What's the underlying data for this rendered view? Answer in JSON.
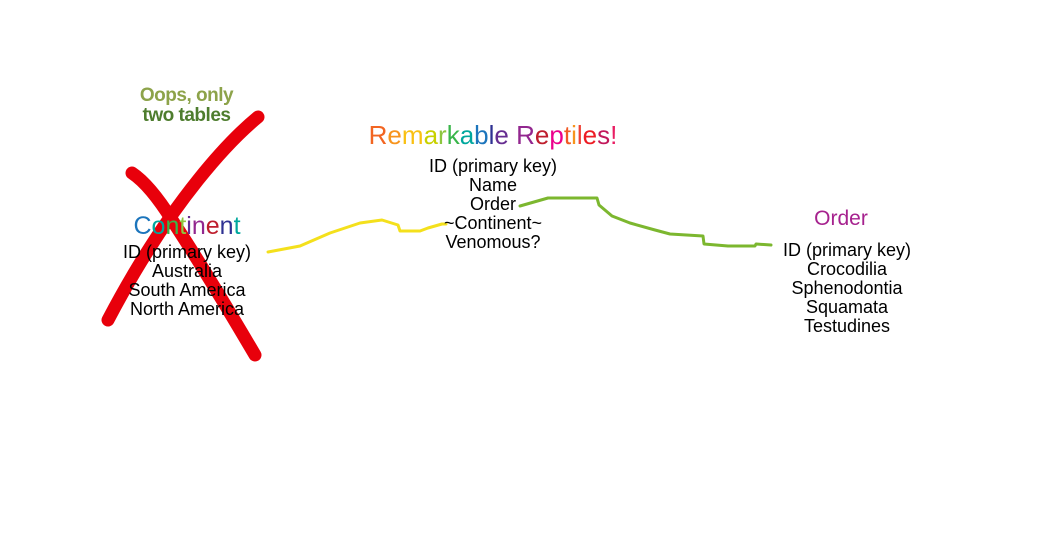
{
  "note": {
    "line1": "Oops, only",
    "line2": "two tables",
    "color1": "#8da34a",
    "color2": "#4e7d2e"
  },
  "tables": {
    "reptiles": {
      "title": "Remarkable Reptiles!",
      "title_colors": [
        "#f26522",
        "#f7941d",
        "#f9c012",
        "#c8d100",
        "#8dc63f",
        "#39b54a",
        "#00a79d",
        "#1c75bc",
        "#2e3192",
        "#662d91",
        "#92278f",
        "#be1e2d",
        "#ec008c",
        "#f15a24",
        "#f7941d",
        "#ef4136",
        "#ed1c24",
        "#c2185b",
        "#e91e63",
        "#f15a24"
      ],
      "fields": [
        "ID (primary key)",
        "Name",
        "Order",
        "~Continent~",
        "Venomous?"
      ]
    },
    "continent": {
      "title": "Continent",
      "title_colors": [
        "#1c75bc",
        "#00a79d",
        "#39b54a",
        "#8dc63f",
        "#662d91",
        "#92278f",
        "#be1e2d",
        "#2e3192",
        "#00a79d"
      ],
      "rows": [
        "ID (primary key)",
        "Australia",
        "South America",
        "North America"
      ],
      "crossed_out": true,
      "cross_color": "#e8000b"
    },
    "order": {
      "title": "Order",
      "title_color": "#a6228e",
      "rows": [
        "ID (primary key)",
        "Crocodilia",
        "Sphenodontia",
        "Squamata",
        "Testudines"
      ]
    }
  },
  "links": [
    {
      "from": "continent",
      "to": "reptiles",
      "color": "#f4e01c"
    },
    {
      "from": "reptiles",
      "to": "order",
      "color": "#7cb72f"
    }
  ]
}
